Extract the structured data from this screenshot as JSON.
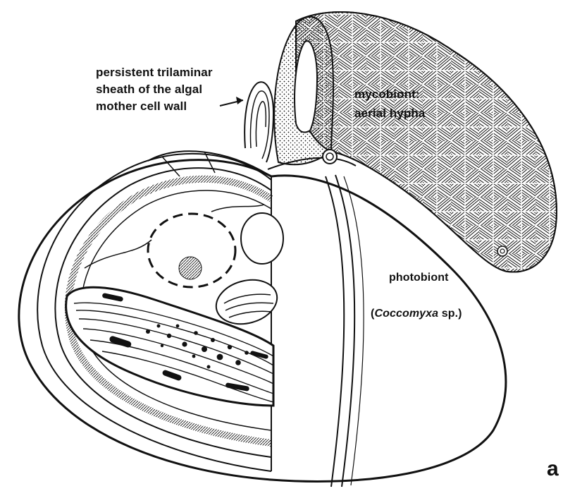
{
  "labels": {
    "sheath_line1": "persistent trilaminar",
    "sheath_line2": "sheath of the algal",
    "sheath_line3": "mother cell wall",
    "mycobiont_line1": "mycobiont:",
    "mycobiont_line2": "aerial hypha",
    "photobiont": "photobiont",
    "species_open": "(",
    "species_genus": "Coccomyxa",
    "species_rest": " sp.)",
    "panel_letter": "a"
  },
  "colors": {
    "ink": "#111111",
    "paper": "#ffffff"
  }
}
